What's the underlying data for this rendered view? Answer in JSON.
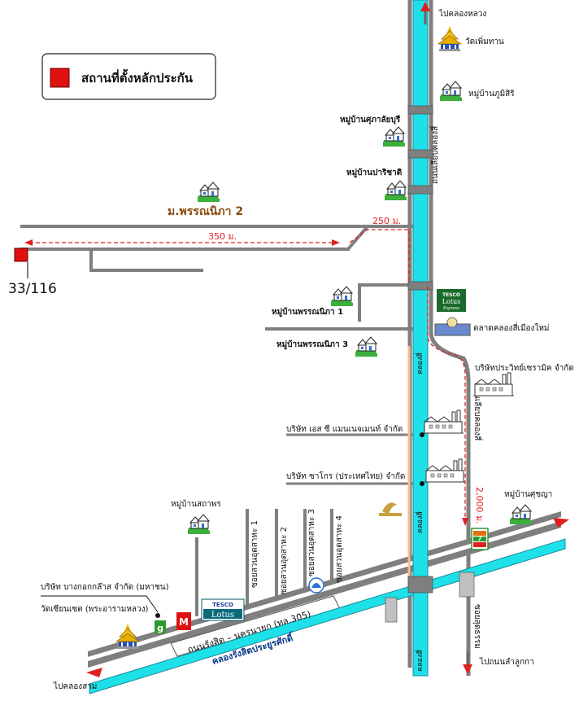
{
  "legend": {
    "label": "สถานที่ตั้งหลักประกัน",
    "marker_color": "#e01010"
  },
  "colors": {
    "road": "#7f7f7f",
    "canal": "#1ee0e8",
    "canal_edge": "#1a8a9a",
    "route": "#e02020",
    "arrow": "#e02020",
    "water_blue": "#2f6fd0",
    "green": "#2e9a2e"
  },
  "property": {
    "label": "33/116"
  },
  "distances": {
    "d250": "250 ม.",
    "d350": "350 ม.",
    "d2000": "2,000 ม."
  },
  "directions": {
    "north": "ไปคลองหลวง",
    "west": "ไปคลองสาม",
    "south": "ไปถนนลำลูกกา"
  },
  "roads": {
    "khlong_luang_road": "ถนนเลียบคลองสี่",
    "khlong_luang_road2": "ถนนเลียบคลองสี่",
    "main_road": "ถนนรังสิต – นครนายก (ทล.305)",
    "khlong_rangsit": "คลองรังสิตประยูรศักดิ์",
    "soi_1": "ซอยสวนอุตสาหะ 1",
    "soi_2": "ซอยสวนอุตสาหะ 2",
    "soi_3": "ซอยสวนอุตสาหะ 3",
    "soi_4": "ซอยสวนอุตสาหะ 4",
    "soi_lotus": "ซอยสุดธรรม",
    "canal_label": "คลองสี่"
  },
  "landmarks": {
    "wat_phoemthan": "วัดเพิ่มทาน",
    "phumisiri": "หมู่บ้านภูมิสิริ",
    "supalai": "หมู่บ้านศุภาลัยบุรี",
    "parichat": "หมู่บ้านปาริชาติ",
    "phannipha2": "ม.พรรณนิภา 2",
    "phannipha1": "หมู่บ้านพรรณนิภา 1",
    "phannipha3": "หมู่บ้านพรรณนิภา 3",
    "lotus_express": "TESCO Lotus Express",
    "talad": "ตลาดคลองสี่เมืองใหม่",
    "ceramic": "บริษัทประวิทย์เซรามิค จำกัด",
    "sc_management": "บริษัท เอส ซี แมนเนจเมนท์ จำกัด",
    "sakoro": "บริษัท ซาโกร (ประเทศไทย) จำกัด",
    "sathaphon": "หมู่บ้านสถาพร",
    "sutchaya": "หมู่บ้านศุชญา",
    "bangkok_glass": "บริษัท บางกอกกล๊าส จำกัด (มหาชน)",
    "wat_xian": "วัดเซียนเซต (พระอารามหลวง)",
    "tesco_lotus": "TESCO Lotus",
    "seven_eleven": "7-ELEVEN"
  }
}
